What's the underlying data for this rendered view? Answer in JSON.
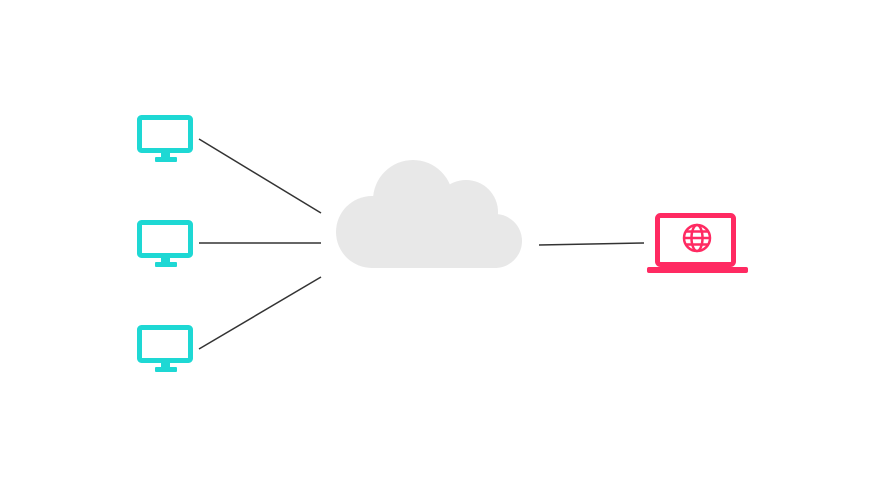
{
  "diagram": {
    "nodes": [
      {
        "id": "computer-1",
        "icon": "desktop-monitor-icon"
      },
      {
        "id": "computer-2",
        "icon": "desktop-monitor-icon"
      },
      {
        "id": "computer-3",
        "icon": "desktop-monitor-icon"
      },
      {
        "id": "cloud",
        "icon": "cloud-icon"
      },
      {
        "id": "web-laptop",
        "icon": "laptop-globe-icon"
      }
    ],
    "edges": [
      {
        "from": "computer-1",
        "to": "cloud"
      },
      {
        "from": "computer-2",
        "to": "cloud"
      },
      {
        "from": "computer-3",
        "to": "cloud"
      },
      {
        "from": "cloud",
        "to": "web-laptop"
      }
    ],
    "colors": {
      "computer": "#1ed8d4",
      "cloud": "#e8e8e8",
      "laptop": "#ff2a62",
      "edge": "#333333"
    }
  }
}
